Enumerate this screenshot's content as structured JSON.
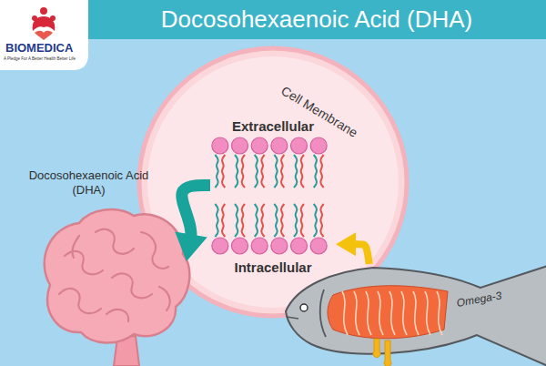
{
  "diagram": {
    "title": "Docosohexaenoic Acid (DHA)",
    "nodes": [
      {
        "text": [
          "Cell Membrane"
        ]
      },
      {
        "text": [
          "Extracellular",
          "Intracellular"
        ],
        "in": 0
      },
      {
        "text": [
          "Docosohexaenoic Acid (DHA)"
        ]
      },
      {
        "text": [
          "Omega-3"
        ]
      }
    ],
    "edges": [
      {
        "from": 3,
        "to": 1,
        "arrow": "to"
      },
      {
        "from": 1,
        "to": 2,
        "arrow": "to"
      }
    ],
    "labels": [
      "BIOMEDICA",
      "A Pledge For A Better Health Better Life"
    ]
  }
}
